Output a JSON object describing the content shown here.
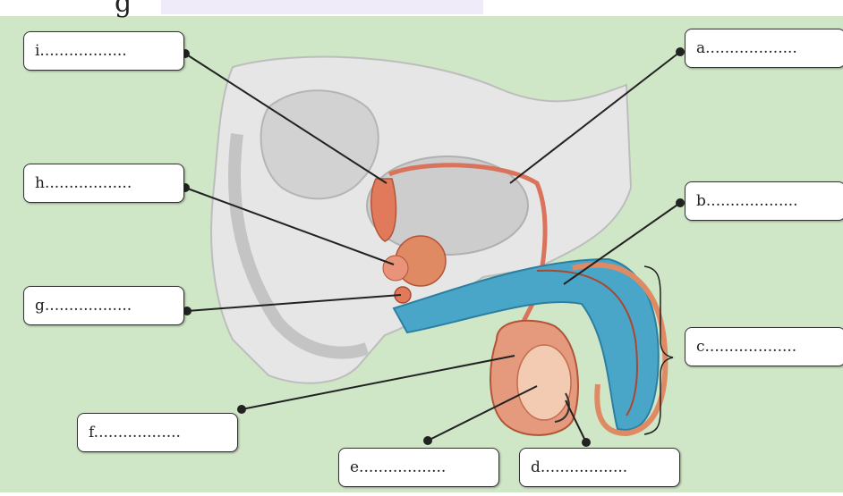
{
  "header_fragment": "g",
  "labels": {
    "i": "i..................",
    "h": "h..................",
    "g": "g..................",
    "f": "f..................",
    "e": "e..................",
    "d": "d..................",
    "c": "c...................",
    "b": "b...................",
    "a": "a..................."
  },
  "colors": {
    "background": "#cfe6c7",
    "tube": "#d9735b",
    "erectile_tissue": "#4aa6c8",
    "bladder": "#cfcfcf",
    "body_gray": "#e3e3e3"
  }
}
